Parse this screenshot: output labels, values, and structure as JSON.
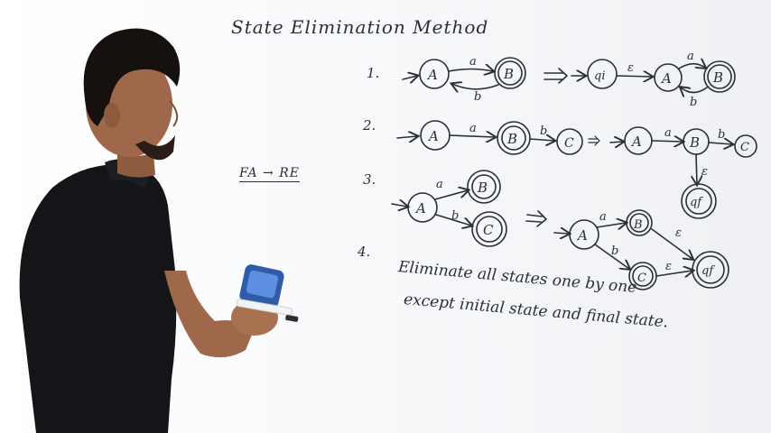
{
  "board": {
    "title": "State Elimination Method",
    "side_label": "FA → RE",
    "items": [
      {
        "number": "1."
      },
      {
        "number": "2."
      },
      {
        "number": "3."
      },
      {
        "number": "4."
      }
    ],
    "instruction_line1": "Eliminate all states one by one",
    "instruction_line2": "except initial state and final state."
  },
  "diagram_labels": {
    "state_a": "A",
    "state_b": "B",
    "state_c": "C",
    "state_qi": "qi",
    "state_qf": "qf",
    "symbol_a": "a",
    "symbol_b": "b",
    "symbol_epsilon": "ε"
  },
  "colors": {
    "board": "#f7f8fa",
    "marker": "#2b2e38",
    "shirt": "#141518",
    "skin": "#a0684a",
    "phone": "#3f6fc4"
  },
  "icons": [
    "marker-icon",
    "phone-icon"
  ]
}
